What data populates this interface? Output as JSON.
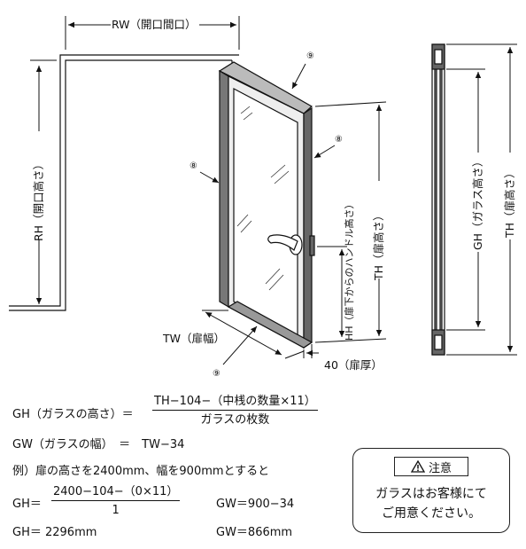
{
  "diagram": {
    "rw_label": "RW（開口間口）",
    "rh_label": "RH（開口高さ）",
    "tw_label": "TW（扉幅）",
    "th_label": "TH（扉高さ）",
    "hh_label": "HH（扉下からのハンドル高さ）",
    "thickness_label": "40（扉厚）",
    "gh_label": "GH（ガラス高さ）",
    "th_side_label": "TH（扉高さ）",
    "marker_8": "⑧",
    "marker_9": "⑨"
  },
  "formulas": {
    "gh_prefix": "GH（ガラスの高さ）＝",
    "gh_numerator": "TH−104−（中桟の数量×11）",
    "gh_denominator": "ガラスの枚数",
    "gw_line": "GW（ガラスの幅）　＝　TW−34",
    "example_intro": "例）扉の高さを2400mm、幅を900mmとすると",
    "ex_gh_prefix": "GH＝",
    "ex_gh_numerator": "2400−104−（0×11）",
    "ex_gh_denominator": "1",
    "ex_gw": "GW＝900−34",
    "result_gh": "GH＝ 2296mm",
    "result_gw": "GW＝866mm"
  },
  "notice": {
    "title": "注意",
    "line1": "ガラスはお客様にて",
    "line2": "ご用意ください。"
  }
}
